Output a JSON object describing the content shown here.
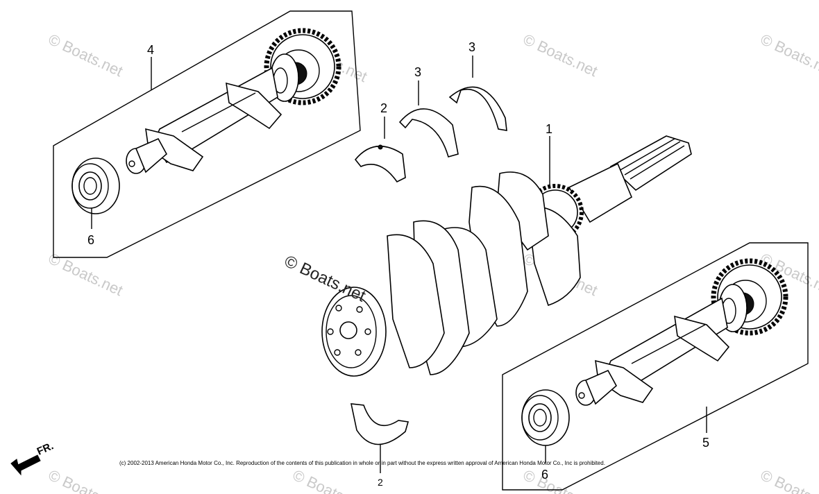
{
  "diagram": {
    "part_labels": {
      "p1": "1",
      "p2": "2",
      "p3a": "3",
      "p3b": "3",
      "p4": "4",
      "p5": "5",
      "p6a": "6",
      "p6b": "6",
      "p2b": "2"
    },
    "orientation_label": "FR.",
    "watermark_main": "© Boats.net",
    "watermark": "© Boats.net",
    "copyright": "(c) 2002-2013 American Honda Motor Co., Inc. Reproduction of the contents of this publication in whole or in part without the express written approval of American Honda Motor Co., Inc is prohibited."
  }
}
